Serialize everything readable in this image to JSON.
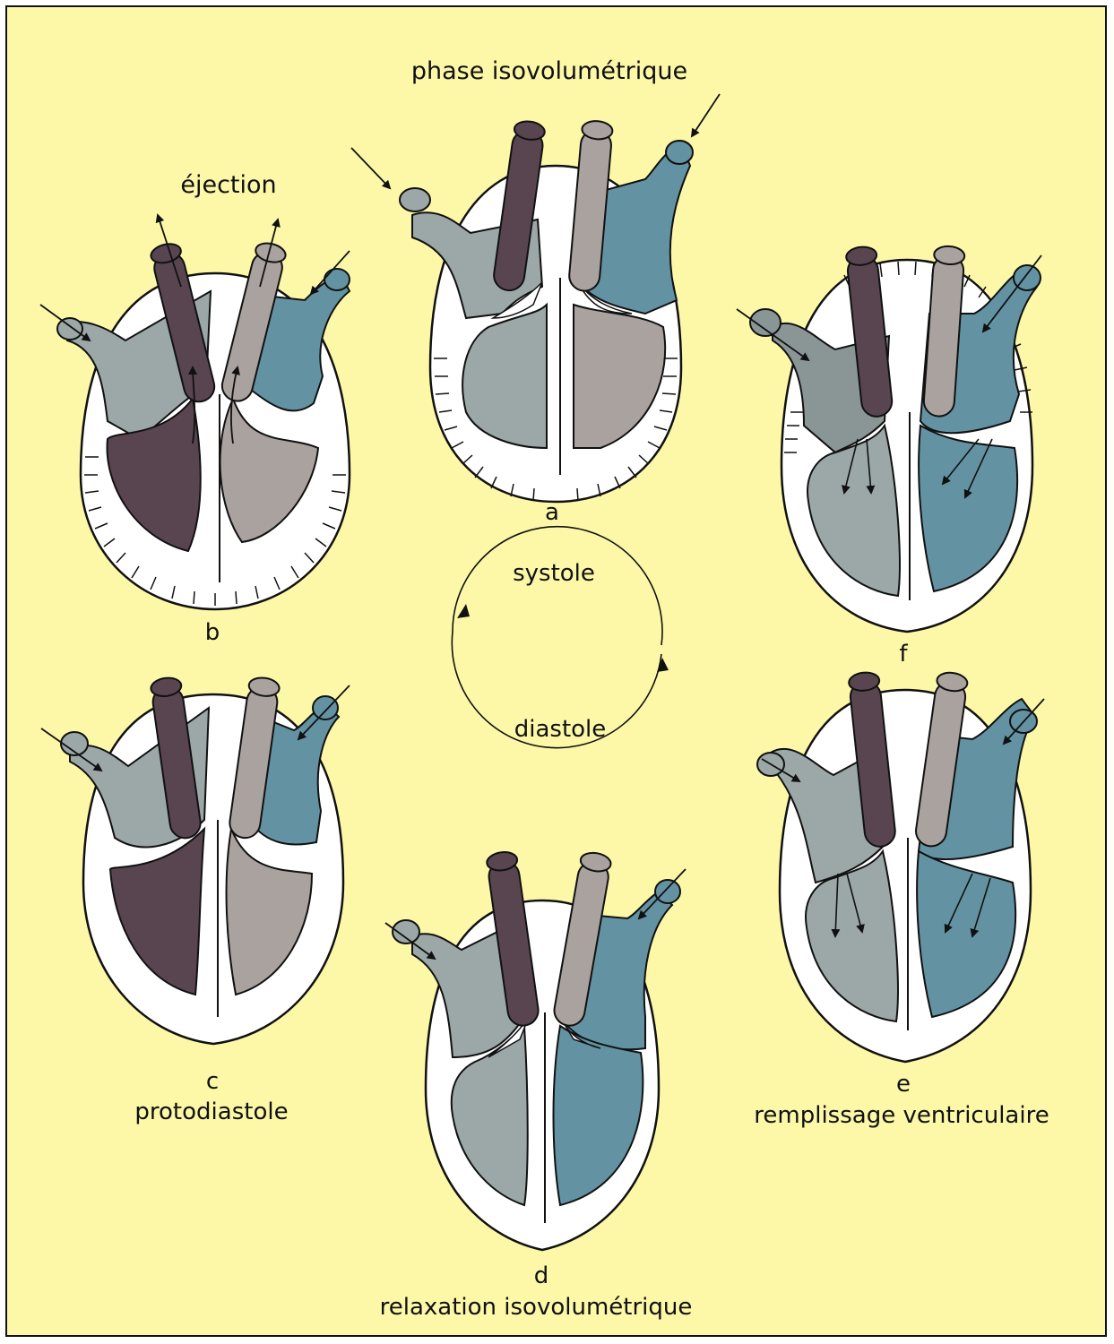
{
  "colors": {
    "background": "#fdf8a8",
    "left_chamber": "#9ba8a7",
    "left_chamber_dark": "#8a9695",
    "right_chamber": "#6393a3",
    "aorta": "#584550",
    "pulmonary": "#aaa29f",
    "oxygenated_ventricle": "#584550",
    "deoxygenated_ventricle": "#aaa29f",
    "outline": "#111111"
  },
  "labels": {
    "phase_iso": "phase isovolumétrique",
    "ejection": "éjection",
    "systole": "systole",
    "diastole": "diastole",
    "a": "a",
    "b": "b",
    "c": "c",
    "c_name": "protodiastole",
    "d": "d",
    "d_name": "relaxation isovolumétrique",
    "e": "e",
    "e_name": "remplissage ventriculaire",
    "f": "f"
  },
  "panels": [
    {
      "id": "a",
      "phase": "phase isovolumétrique",
      "ventricles": "contracted",
      "valves": "closed",
      "ventricle_colors": [
        "left_chamber",
        "deoxygenated_ventricle"
      ]
    },
    {
      "id": "b",
      "phase": "éjection",
      "ventricles": "ejecting",
      "valves": "semilunar open",
      "ventricle_colors": [
        "oxygenated_ventricle",
        "deoxygenated_ventricle"
      ]
    },
    {
      "id": "c",
      "phase": "protodiastole",
      "ventricles": "relaxing",
      "valves": "closing",
      "ventricle_colors": [
        "oxygenated_ventricle",
        "deoxygenated_ventricle"
      ]
    },
    {
      "id": "d",
      "phase": "relaxation isovolumétrique",
      "ventricles": "relaxed",
      "valves": "closed",
      "ventricle_colors": [
        "left_chamber",
        "right_chamber"
      ]
    },
    {
      "id": "e",
      "phase": "remplissage ventriculaire",
      "ventricles": "filling",
      "valves": "atrioventricular open",
      "ventricle_colors": [
        "left_chamber",
        "right_chamber"
      ]
    },
    {
      "id": "f",
      "phase": "",
      "ventricles": "filling",
      "valves": "atrioventricular open",
      "ventricle_colors": [
        "left_chamber",
        "right_chamber"
      ]
    }
  ]
}
